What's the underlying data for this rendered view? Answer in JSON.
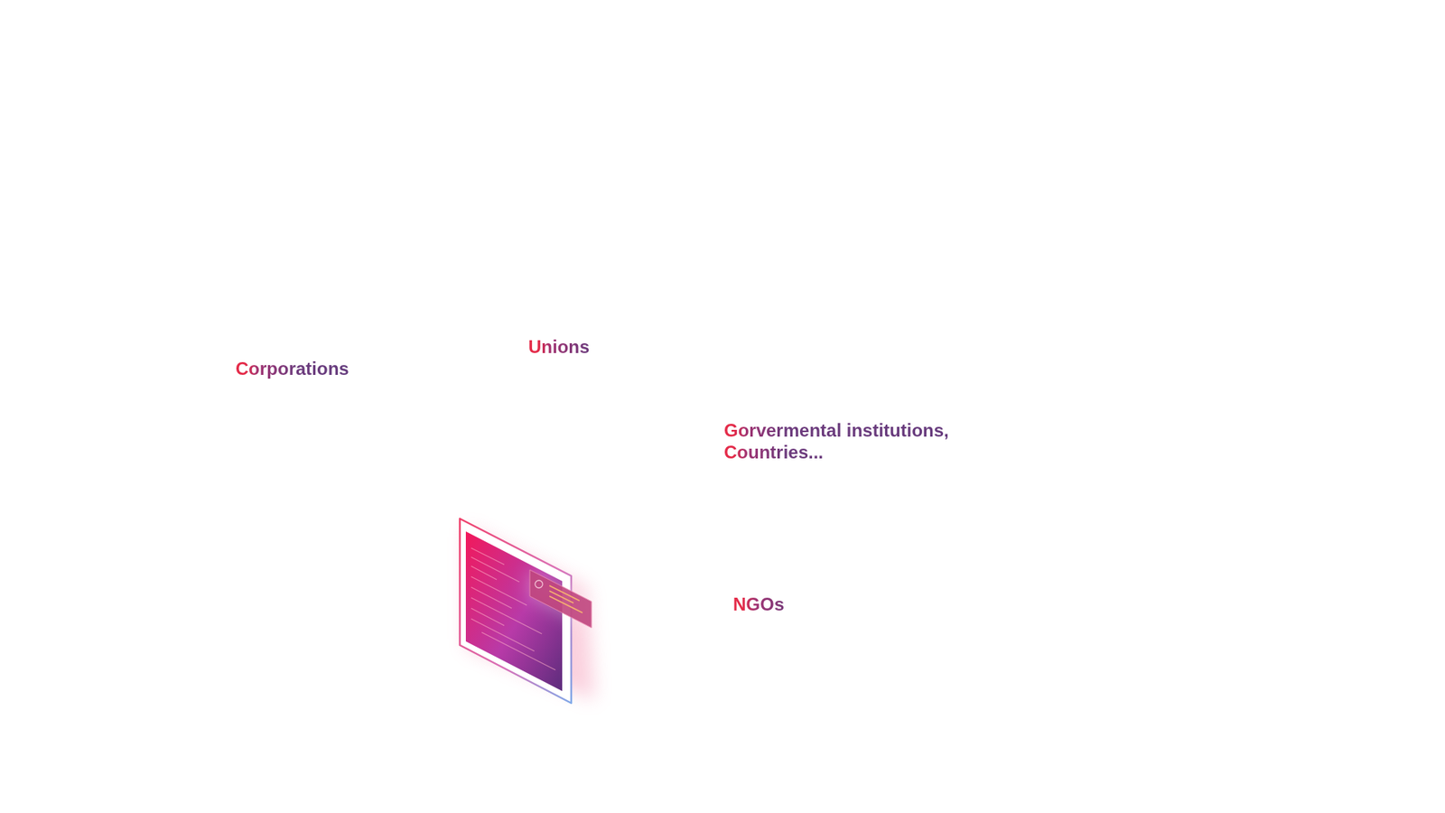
{
  "diagram": {
    "labels": [
      "Corporations",
      "Unions",
      "Gorvermental institutions, Countries...",
      "NGOs"
    ]
  }
}
